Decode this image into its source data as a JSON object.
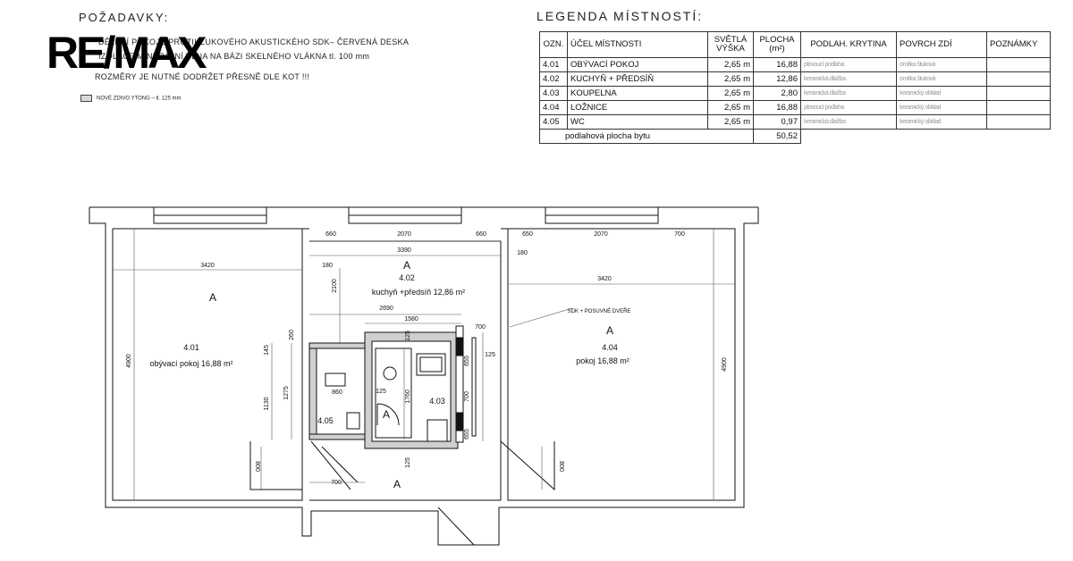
{
  "logo": {
    "text": "RE/MAX"
  },
  "requirements": {
    "title": "POŽADAVKY:",
    "line1": "DĚLENÍ POKOJE PROTIHLUKOVÉHO AKUSTICKÉHO SDK– ČERVENÁ DESKA",
    "line2": "IZOLACE MINERÁLNÍ VLNA NA BÁZI SKELNÉHO VLÁKNA tl. 100 mm",
    "line3": "ROZMĚRY JE NUTNÉ DODRŽET PŘESNĚ DLE KOT !!!"
  },
  "material_legend": {
    "label": "NOVÉ ZDIVO YTONG – tl. 125 mm"
  },
  "room_legend": {
    "title": "LEGENDA MÍSTNOSTÍ:",
    "headers": {
      "code": "OZN.",
      "purpose": "ÚČEL MÍSTNOSTI",
      "height_1": "SVĚTLÁ",
      "height_2": "VÝŠKA",
      "area_1": "PLOCHA",
      "area_2": "(m²)",
      "floor": "PODLAH. KRYTINA",
      "walls": "POVRCH ZDÍ",
      "notes": "POZNÁMKY"
    },
    "rows": [
      {
        "code": "4.01",
        "purpose": "OBÝVACÍ POKOJ",
        "height": "2,65 m",
        "area": "16,88",
        "floor": "plovoucí podlaha",
        "walls": "omítka štuková"
      },
      {
        "code": "4.02",
        "purpose": "KUCHYŇ + PŘEDSÍŇ",
        "height": "2,65 m",
        "area": "12,86",
        "floor": "keramická dlažba",
        "walls": "omítka štuková"
      },
      {
        "code": "4.03",
        "purpose": "KOUPELNA",
        "height": "2,65 m",
        "area": "2,80",
        "floor": "keramická dlažba",
        "walls": "keramický obklad"
      },
      {
        "code": "4.04",
        "purpose": "LOŽNICE",
        "height": "2,65 m",
        "area": "16,88",
        "floor": "plovoucí podlaha",
        "walls": "keramický obklad"
      },
      {
        "code": "4.05",
        "purpose": "WC",
        "height": "2,65 m",
        "area": "0,97",
        "floor": "keramická dlažba",
        "walls": "keramický obklad"
      }
    ],
    "total_label": "podlahová plocha bytu",
    "total_value": "50,52"
  },
  "plan": {
    "rooms": {
      "r401": {
        "letter": "A",
        "code": "4.01",
        "label": "obývací pokoj 16,88 m²"
      },
      "r402": {
        "letter": "A",
        "code": "4.02",
        "label": "kuchyň +předsíň 12,86 m²"
      },
      "r403": {
        "letter": "A",
        "code": "4.03"
      },
      "r404": {
        "letter": "A",
        "code": "4.04",
        "label": "pokoj 16,88 m²"
      },
      "r405": {
        "code": "4.05"
      },
      "hall": {
        "letter": "A"
      }
    },
    "note": "SDK + POSUVNÉ DVEŘE",
    "dims": {
      "d3420a": "3420",
      "d3420b": "3420",
      "d660a": "660",
      "d2070a": "2070",
      "d660b": "660",
      "d650": "650",
      "d2070b": "2070",
      "d700a": "700",
      "d3390": "3390",
      "d180a": "180",
      "d180b": "180",
      "d2100": "2100",
      "d2690": "2690",
      "d1580": "1580",
      "d700b": "700",
      "d260": "260",
      "d125a": "125",
      "d125b": "125",
      "d125c": "125",
      "d125d": "125",
      "d145": "145",
      "d1275": "1275",
      "d1130": "1130",
      "d860": "860",
      "d1760": "1760",
      "d655a": "655",
      "d655b": "655",
      "d700c": "700",
      "d700d": "700",
      "d4900a": "4900",
      "d4900b": "4900",
      "d800a": "800",
      "d800b": "800"
    }
  }
}
